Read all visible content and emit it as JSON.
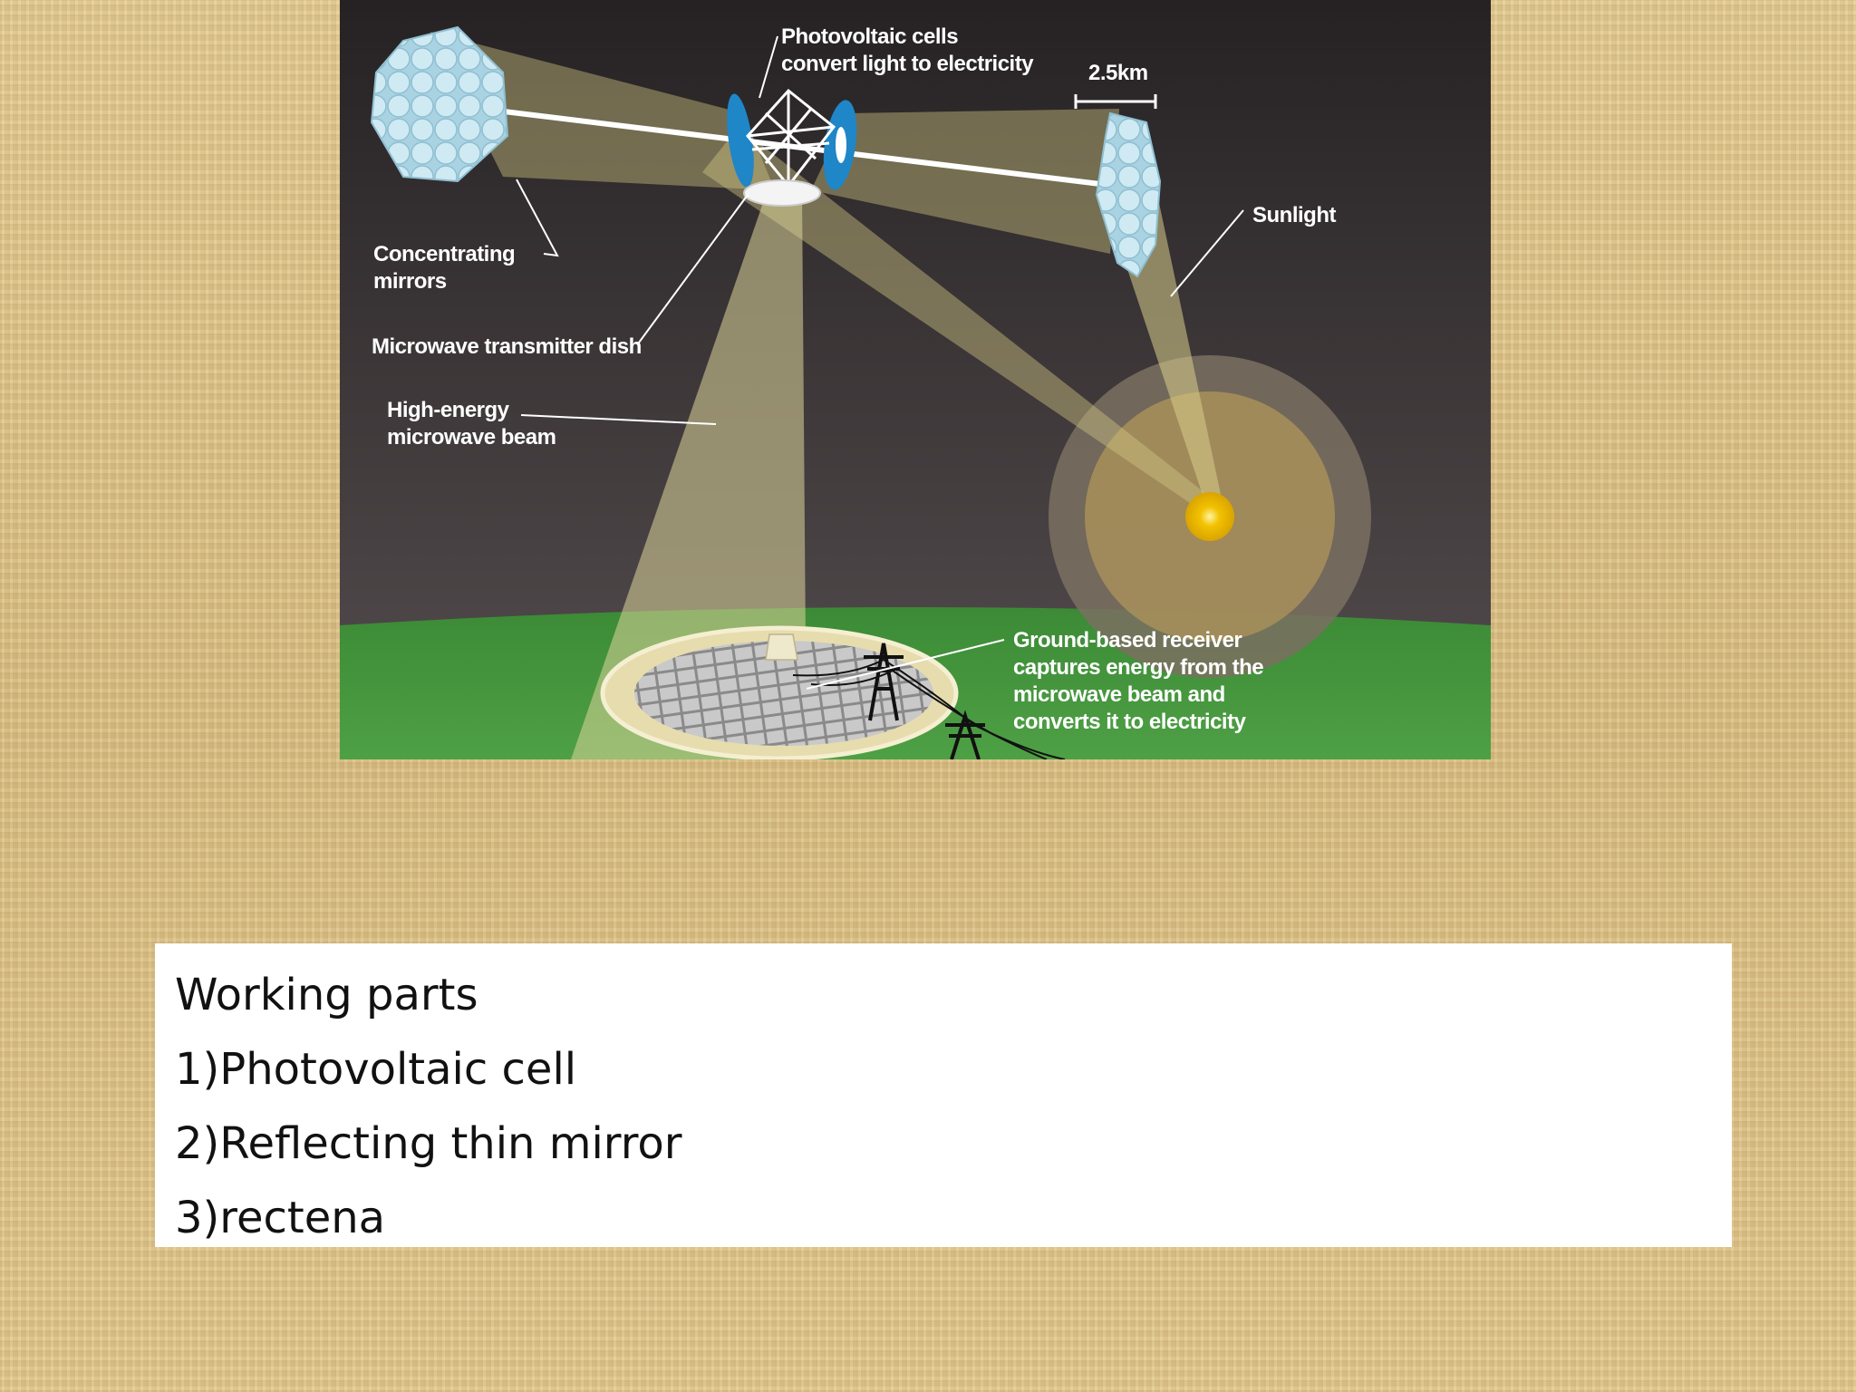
{
  "diagram": {
    "labels": {
      "photovoltaic_1": "Photovoltaic cells",
      "photovoltaic_2": "convert light to electricity",
      "scale": "2.5km",
      "sunlight": "Sunlight",
      "mirrors_1": "Concentrating",
      "mirrors_2": "mirrors",
      "transmitter": "Microwave transmitter dish",
      "beam_1": "High-energy",
      "beam_2": "microwave beam",
      "receiver_1": "Ground-based receiver",
      "receiver_2": "captures energy from the",
      "receiver_3": "microwave beam and",
      "receiver_4": "converts it to electricity"
    },
    "colors": {
      "space_top": "#262223",
      "space_bottom": "#524b4c",
      "ground": "#3f8f3a",
      "beam": "#d7cf8a",
      "panel_blue": "#1f86c8",
      "sun": "#f2c200",
      "mirror": "#bfe3ef"
    }
  },
  "content": {
    "heading": "Working parts",
    "items": [
      "1)Photovoltaic cell",
      "2)Reflecting thin mirror",
      "3)rectena"
    ]
  }
}
